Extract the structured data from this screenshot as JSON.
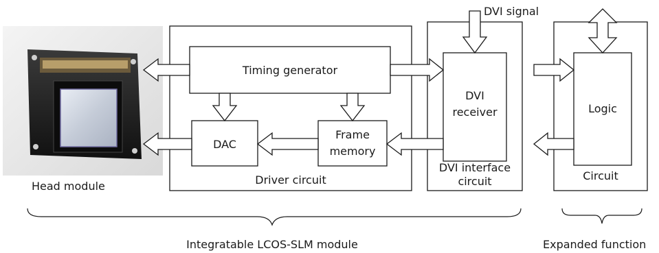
{
  "photo": {
    "caption": "Head module"
  },
  "driver_circuit": {
    "label": "Driver circuit",
    "timing_generator": "Timing generator",
    "dac": "DAC",
    "frame_memory": [
      "Frame",
      "memory"
    ]
  },
  "dvi_interface": {
    "signal": "DVI signal",
    "receiver": [
      "DVI",
      "receiver"
    ],
    "label": [
      "DVI interface",
      "circuit"
    ]
  },
  "expanded": {
    "logic": "Logic",
    "circuit": "Circuit"
  },
  "braces": {
    "left_label": "Integratable LCOS-SLM module",
    "right_label": "Expanded function"
  }
}
